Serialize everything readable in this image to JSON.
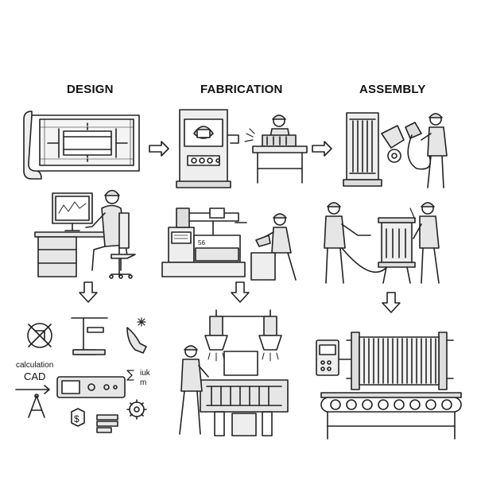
{
  "headings": {
    "design": "DESIGN",
    "fabrication": "FABRICATION",
    "assembly": "ASSEMBLY"
  },
  "design_labels": {
    "calculation": "calculation",
    "cad": "CAD",
    "sigma_line1": "iuk",
    "sigma_line2": "m"
  },
  "icons": {
    "blueprint": "blueprint-icon",
    "computer_workstation": "computer-workstation-icon",
    "press_machine": "press-machine-icon",
    "welder": "welder-icon",
    "heat_exchanger": "heat-exchanger-icon",
    "gear": "gear-icon",
    "dollar": "dollar-icon",
    "conveyor": "conveyor-icon"
  },
  "colors": {
    "line": "#222222",
    "fill": "#e6e6e6",
    "background": "#ffffff"
  }
}
